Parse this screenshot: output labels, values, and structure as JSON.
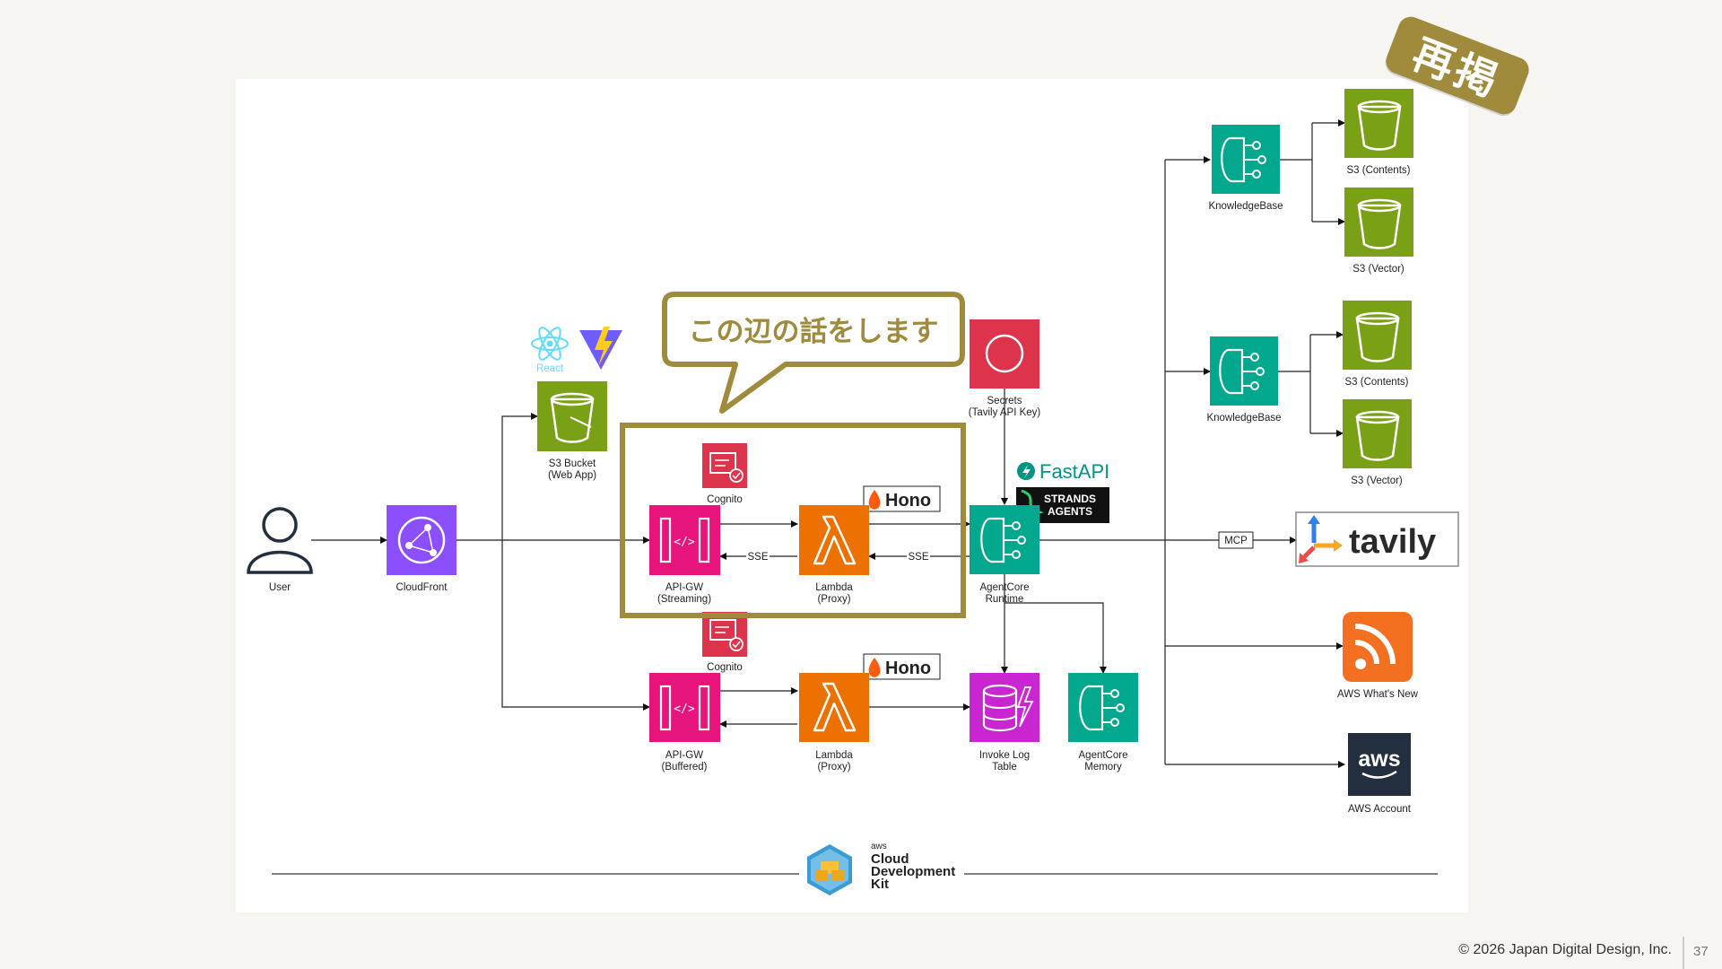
{
  "badge": {
    "text": "再掲"
  },
  "callout": {
    "text": "この辺の話をします"
  },
  "nodes": {
    "user": "User",
    "cloudfront": "CloudFront",
    "s3_web_1": "S3 Bucket",
    "s3_web_2": "(Web App)",
    "react": "React",
    "cognito_top": "Cognito",
    "cognito_bottom": "Cognito",
    "apigw_stream_1": "API-GW",
    "apigw_stream_2": "(Streaming)",
    "lambda_top_1": "Lambda",
    "lambda_top_2": "(Proxy)",
    "hono_top": "Hono",
    "hono_bottom": "Hono",
    "secrets_1": "Secrets",
    "secrets_2": "(Tavily API Key)",
    "fastapi": "FastAPI",
    "strands_1": "STRANDS",
    "strands_2": "AGENTS",
    "agentcore_runtime_1": "AgentCore",
    "agentcore_runtime_2": "Runtime",
    "apigw_buf_1": "API-GW",
    "apigw_buf_2": "(Buffered)",
    "lambda_bottom_1": "Lambda",
    "lambda_bottom_2": "(Proxy)",
    "invoke_log_1": "Invoke Log",
    "invoke_log_2": "Table",
    "agentcore_memory_1": "AgentCore",
    "agentcore_memory_2": "Memory",
    "kb1": "KnowledgeBase",
    "kb2": "KnowledgeBase",
    "s3_contents_1": "S3 (Contents)",
    "s3_vector_1": "S3 (Vector)",
    "s3_contents_2": "S3 (Contents)",
    "s3_vector_2": "S3 (Vector)",
    "mcp": "MCP",
    "tavily": "tavily",
    "whats_new": "AWS What's New",
    "aws_logo": "aws",
    "aws_account": "AWS Account",
    "sse_1": "SSE",
    "sse_2": "SSE",
    "cdk_aws": "aws",
    "cdk_1": "Cloud",
    "cdk_2": "Development",
    "cdk_3": "Kit"
  },
  "colors": {
    "gold": "#a08a3c",
    "green": "#7aa116",
    "teal": "#01a88d",
    "purple": "#8c4fff",
    "pink": "#e7157b",
    "orange": "#ed7100",
    "red": "#dd344c",
    "magenta": "#c925d1"
  },
  "footer": {
    "copyright": "© 2026 Japan Digital Design, Inc.",
    "page": "37"
  }
}
